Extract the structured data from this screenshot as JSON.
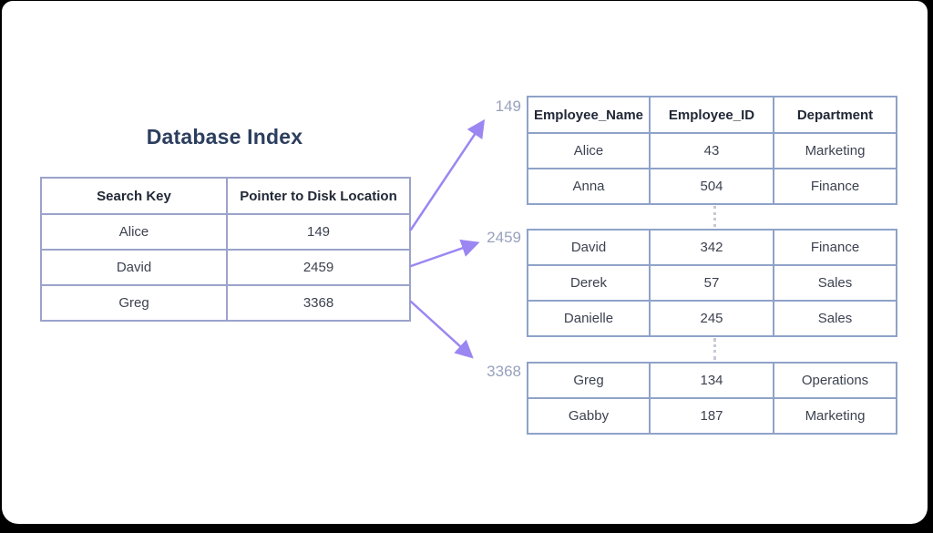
{
  "title": "Database Index",
  "colors": {
    "title": "#2c3e5e",
    "header-text": "#212836",
    "cell-text": "#3c4250",
    "index-border": "#9ba3cb",
    "disk-border": "#8fa2c8",
    "arrow": "#9b86f2",
    "pointer-label": "#98a1bd",
    "connector": "#c5c9d6"
  },
  "index_table": {
    "headers": [
      "Search Key",
      "Pointer to Disk Location"
    ],
    "rows": [
      {
        "key": "Alice",
        "pointer": "149"
      },
      {
        "key": "David",
        "pointer": "2459"
      },
      {
        "key": "Greg",
        "pointer": "3368"
      }
    ]
  },
  "disk_table": {
    "headers": [
      "Employee_Name",
      "Employee_ID",
      "Department"
    ],
    "blocks": [
      {
        "pointer": "149",
        "rows": [
          {
            "name": "Alice",
            "id": "43",
            "dept": "Marketing"
          },
          {
            "name": "Anna",
            "id": "504",
            "dept": "Finance"
          }
        ]
      },
      {
        "pointer": "2459",
        "rows": [
          {
            "name": "David",
            "id": "342",
            "dept": "Finance"
          },
          {
            "name": "Derek",
            "id": "57",
            "dept": "Sales"
          },
          {
            "name": "Danielle",
            "id": "245",
            "dept": "Sales"
          }
        ]
      },
      {
        "pointer": "3368",
        "rows": [
          {
            "name": "Greg",
            "id": "134",
            "dept": "Operations"
          },
          {
            "name": "Gabby",
            "id": "187",
            "dept": "Marketing"
          }
        ]
      }
    ]
  }
}
